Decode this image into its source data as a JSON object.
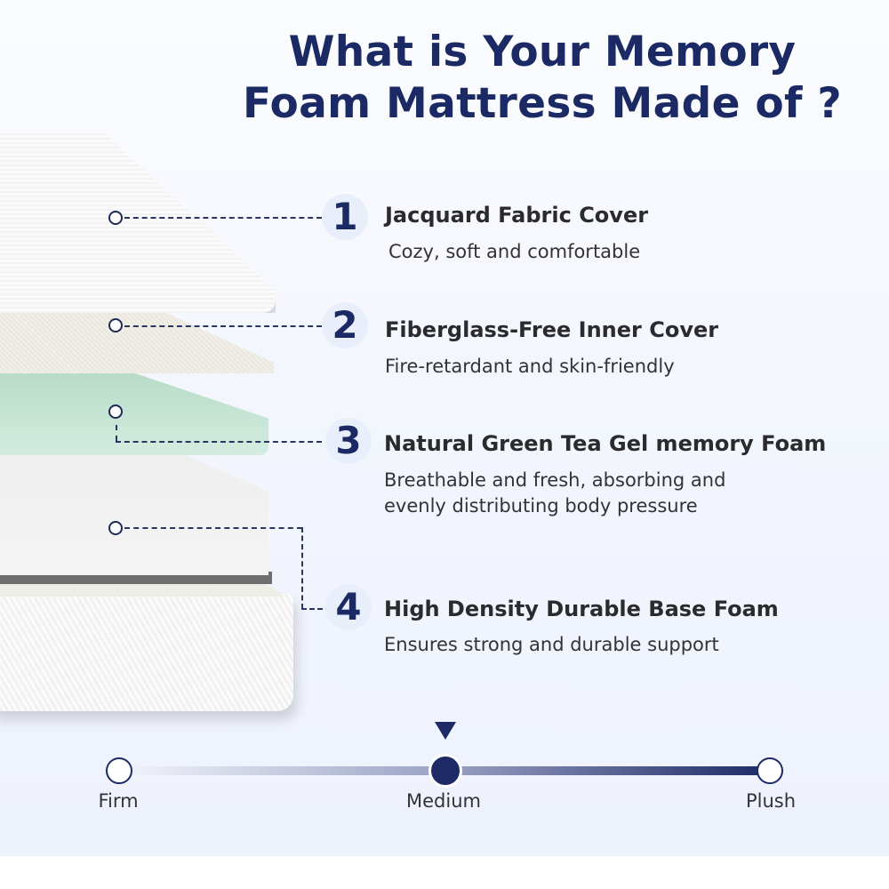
{
  "title": {
    "line1": "What is Your Memory",
    "line2": "Foam Mattress Made of ?"
  },
  "layers": [
    {
      "number": "1",
      "title": "Jacquard Fabric Cover",
      "description": [
        "Cozy, soft and comfortable"
      ],
      "color": "#f6f6f6"
    },
    {
      "number": "2",
      "title": "Fiberglass-Free Inner Cover",
      "description": [
        "Fire-retardant and skin-friendly"
      ],
      "color": "#eeece4"
    },
    {
      "number": "3",
      "title": "Natural Green Tea Gel memory Foam",
      "description": [
        "Breathable and fresh, absorbing and",
        "evenly distributing body pressure"
      ],
      "color": "#c8e6d6"
    },
    {
      "number": "4",
      "title": "High Density Durable Base Foam",
      "description": [
        "Ensures strong and durable support"
      ],
      "color": "#f2f2f2"
    }
  ],
  "firmness_scale": {
    "labels": [
      "Firm",
      "Medium",
      "Plush"
    ],
    "selected": "Medium",
    "indicator_icon": "triangle-down"
  },
  "colors": {
    "navy": "#1c2a66",
    "text_dark": "#2b2b2e",
    "badge_bg": "#e9eefb",
    "background": "#f3f6fd"
  }
}
